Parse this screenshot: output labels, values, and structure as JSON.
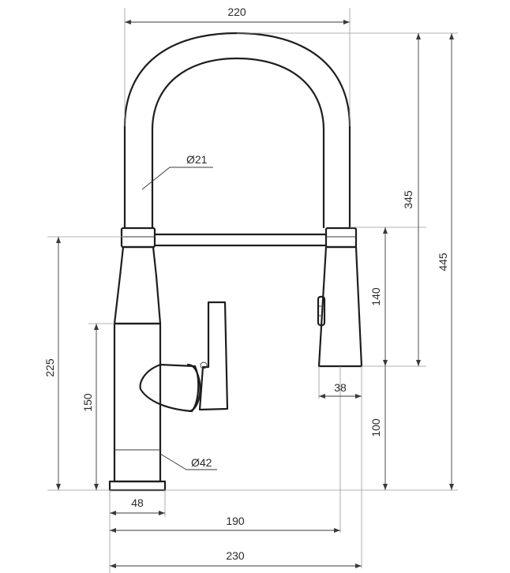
{
  "dimensions": {
    "spout_width": "220",
    "hose_diameter": "Ø21",
    "spout_height": "345",
    "overall_height": "445",
    "sprayer_height": "140",
    "body_height": "225",
    "lower_body_height": "150",
    "sprayer_width": "38",
    "spout_clearance": "100",
    "body_diameter": "Ø42",
    "base_width": "48",
    "reach": "190",
    "overall_width": "230"
  }
}
